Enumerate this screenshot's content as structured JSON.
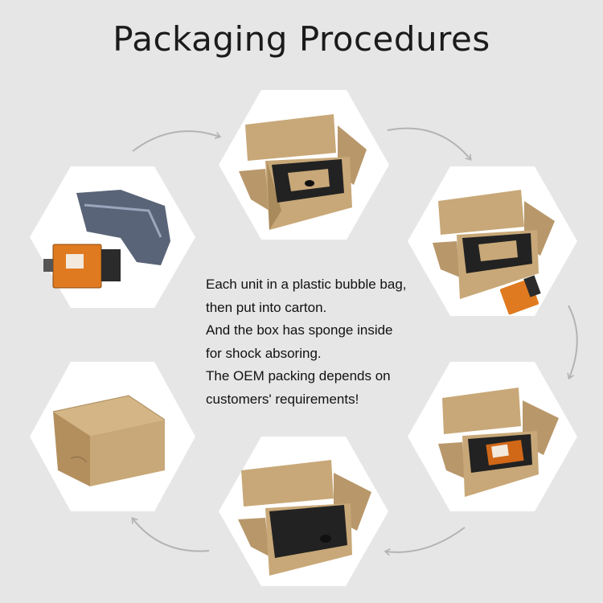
{
  "title": "Packaging Procedures",
  "description": [
    "Each unit in a plastic bubble bag,",
    "then put into carton.",
    "And the box has sponge inside",
    "for shock absoring.",
    "The OEM packing depends on",
    "customers' requirements!"
  ],
  "steps": [
    {
      "id": "bubble-bag",
      "contents": "camera-and-bag"
    },
    {
      "id": "open-box-empty",
      "contents": "sponge-cavity"
    },
    {
      "id": "open-box-camera-beside",
      "contents": "sponge-camera-outside"
    },
    {
      "id": "open-box-camera-inside",
      "contents": "sponge-camera-inside"
    },
    {
      "id": "open-box-sponge-cover",
      "contents": "sponge-lid"
    },
    {
      "id": "closed-box",
      "contents": "closed"
    }
  ],
  "colors": {
    "background": "#e6e6e6",
    "hexagon": "#ffffff",
    "arrow": "#b3b3b3",
    "carton": "#c8a878",
    "carton_dark": "#a98a5c",
    "sponge": "#222222",
    "camera_orange": "#e07a20",
    "bag": "#5a6478"
  }
}
